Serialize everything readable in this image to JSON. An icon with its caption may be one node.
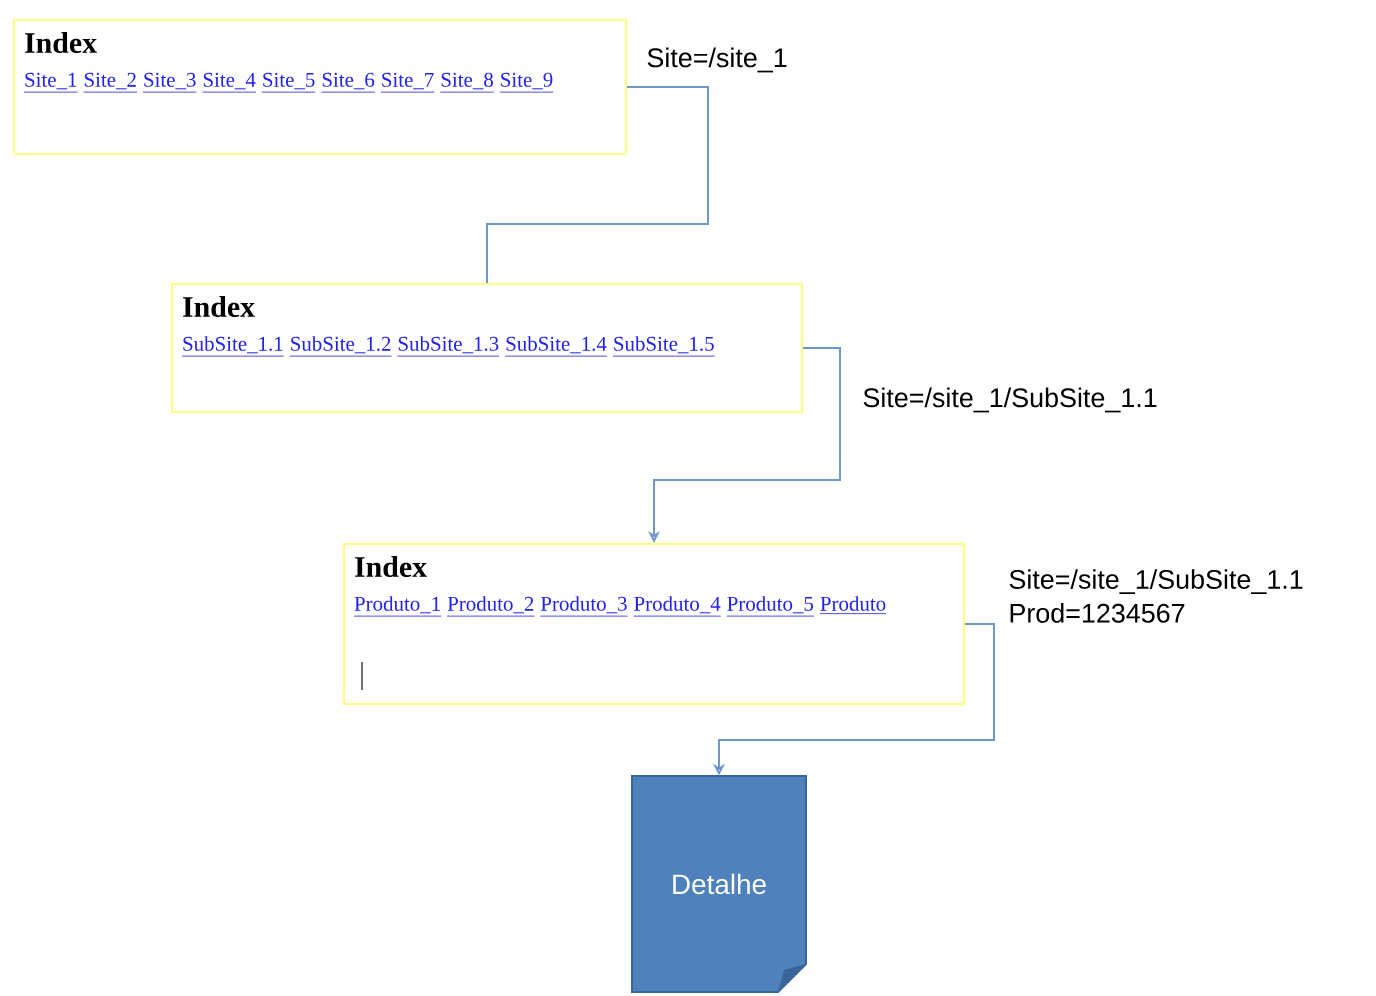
{
  "diagram": {
    "nodes": [
      {
        "text": [
          "Index",
          "Site_1",
          "Site_2",
          "Site_3",
          "Site_4",
          "Site_5",
          "Site_6",
          "Site_7",
          "Site_8",
          "Site_9"
        ]
      },
      {
        "text": [
          "Index",
          "SubSite_1.1",
          "SubSite_1.2",
          "SubSite_1.3",
          "SubSite_1.4",
          "SubSite_1.5"
        ]
      },
      {
        "text": [
          "Index",
          "Produto_1",
          "Produto_2",
          "Produto_3",
          "Produto_4",
          "Produto_5",
          "Produto"
        ]
      },
      {
        "text": [
          "Detalhe"
        ]
      }
    ],
    "edges": [
      {
        "from": 0,
        "to": 1,
        "arrow": "none",
        "label": "Site=/site_1"
      },
      {
        "from": 1,
        "to": 2,
        "arrow": "to",
        "label": "Site=/site_1/SubSite_1.1"
      },
      {
        "from": 2,
        "to": 3,
        "arrow": "to",
        "label": "Site=/site_1/SubSite_1.1 Prod=1234567"
      }
    ]
  }
}
